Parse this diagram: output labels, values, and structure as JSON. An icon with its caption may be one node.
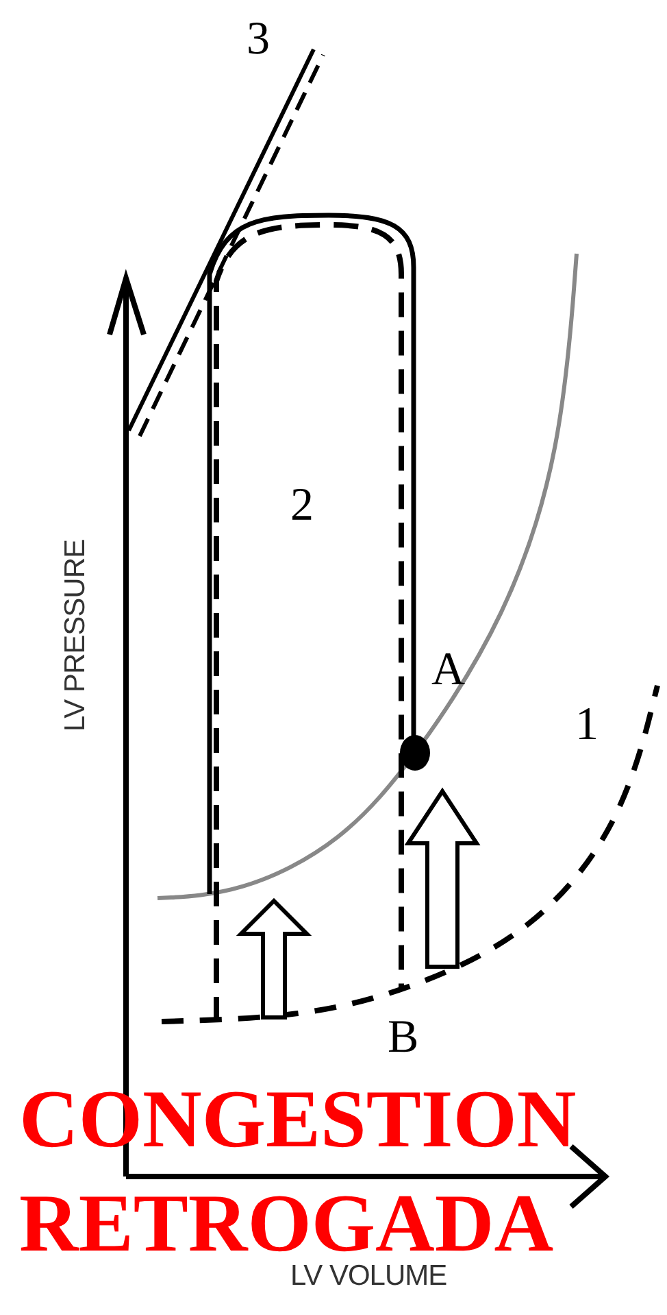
{
  "diagram": {
    "caption": "CONGESTION RETROGADA",
    "labels": [
      "3",
      "2",
      "A",
      "1",
      "B",
      "LV PRESSURE",
      "LV VOLUME"
    ]
  }
}
